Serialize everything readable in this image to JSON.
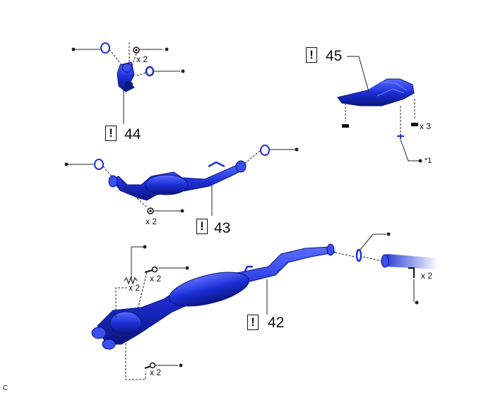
{
  "callouts": [
    {
      "mark": "!",
      "number": "44"
    },
    {
      "mark": "!",
      "number": "45"
    },
    {
      "mark": "!",
      "number": "43"
    },
    {
      "mark": "!",
      "number": "42"
    }
  ],
  "quantities": {
    "q44_nut": "x 2",
    "q45_nut": "x 3",
    "q43_nut": "x 2",
    "q42_spring": "x 2",
    "q42_bolt_top": "x 2",
    "q42_bolt_bottom": "x 2",
    "q42_rear_bolt": "x 2"
  },
  "notes": {
    "asterisk_note": "*1"
  },
  "figure_code": "C",
  "colors": {
    "part_blue": "#1c2fd6",
    "part_dark": "#0a1580",
    "line": "#222222"
  }
}
